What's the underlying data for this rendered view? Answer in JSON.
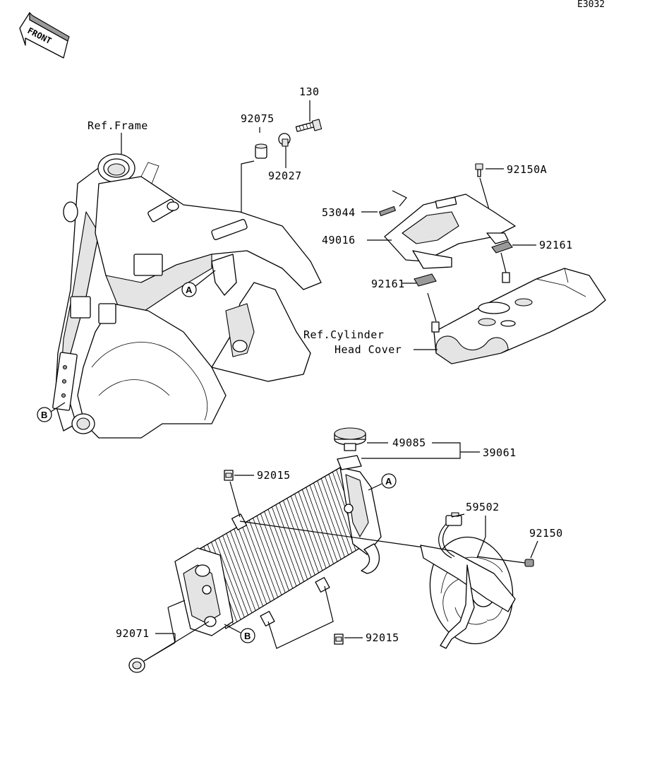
{
  "diagram_code": "E3032",
  "front_label": "FRONT",
  "references": {
    "frame": "Ref.Frame",
    "cylinder_head_line1": "Ref.Cylinder",
    "cylinder_head_line2": "Head Cover"
  },
  "callouts": {
    "A": "A",
    "B": "B"
  },
  "parts": {
    "p130": "130",
    "p92075": "92075",
    "p92027": "92027",
    "p92150A": "92150A",
    "p53044": "53044",
    "p49016": "49016",
    "p92161_right": "92161",
    "p92161_left": "92161",
    "p49085": "49085",
    "p39061": "39061",
    "p92015_top": "92015",
    "p59502": "59502",
    "p92150": "92150",
    "p92071": "92071",
    "p92015_bottom": "92015"
  }
}
